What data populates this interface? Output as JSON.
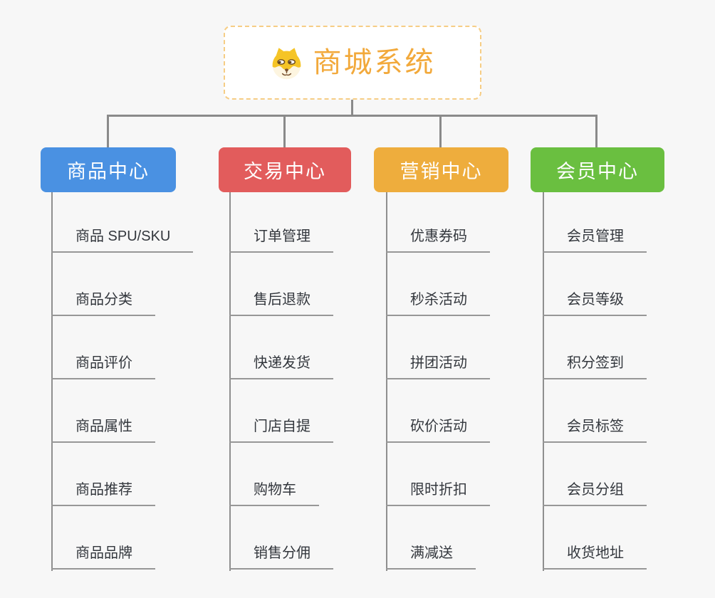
{
  "root": {
    "title": "商城系统",
    "icon": "doge-icon"
  },
  "colors": {
    "background": "#f7f7f7",
    "root_border": "#f6cd85",
    "root_text": "#f2a93b",
    "connector": "#8a8a8a",
    "item_line": "#979797",
    "item_text": "#33373d"
  },
  "branches": [
    {
      "label": "商品中心",
      "color": "#4a91e2",
      "items": [
        "商品 SPU/SKU",
        "商品分类",
        "商品评价",
        "商品属性",
        "商品推荐",
        "商品品牌"
      ]
    },
    {
      "label": "交易中心",
      "color": "#e25c5c",
      "items": [
        "订单管理",
        "售后退款",
        "快递发货",
        "门店自提",
        "购物车",
        "销售分佣"
      ]
    },
    {
      "label": "营销中心",
      "color": "#eead3d",
      "items": [
        "优惠券码",
        "秒杀活动",
        "拼团活动",
        "砍价活动",
        "限时折扣",
        "满减送"
      ]
    },
    {
      "label": "会员中心",
      "color": "#6abf40",
      "items": [
        "会员管理",
        "会员等级",
        "积分签到",
        "会员标签",
        "会员分组",
        "收货地址"
      ]
    }
  ]
}
